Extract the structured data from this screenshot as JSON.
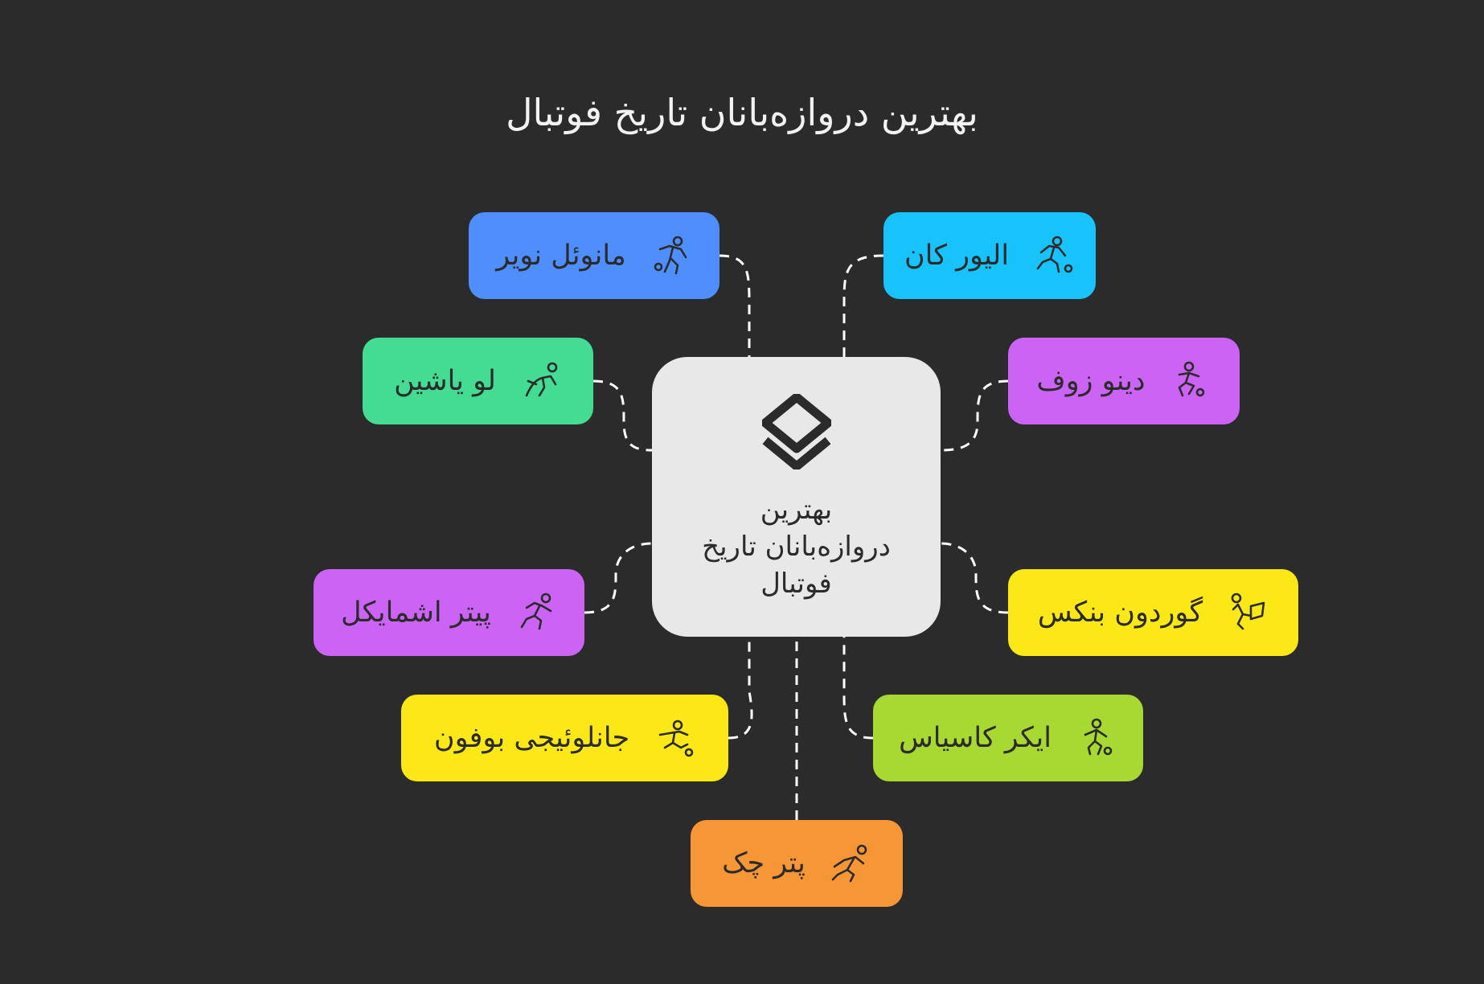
{
  "title": "بهترین دروازه‌بانان تاریخ فوتبال",
  "hub": {
    "lines": [
      "بهترین",
      "دروازه‌بانان تاریخ",
      "فوتبال"
    ],
    "color": "#e8e8e8",
    "icon": "layers-logo-icon"
  },
  "connector_color": "#ffffff",
  "nodes": [
    {
      "label": "مانوئل نویر",
      "color": "#4f8ffd",
      "icon": "player-icon"
    },
    {
      "label": "الیور کان",
      "color": "#18c3fb",
      "icon": "running-ball-icon"
    },
    {
      "label": "لو یاشین",
      "color": "#43dc92",
      "icon": "diving-keeper-icon"
    },
    {
      "label": "دینو زوف",
      "color": "#cb63f5",
      "icon": "goalkeeper-icon"
    },
    {
      "label": "پیتر اشمایکل",
      "color": "#cb63f5",
      "icon": "runner-icon"
    },
    {
      "label": "گوردون بنکس",
      "color": "#fde817",
      "icon": "flag-runner-icon"
    },
    {
      "label": "جانلوئیجی بوفون",
      "color": "#fde817",
      "icon": "leaping-player-icon"
    },
    {
      "label": "ایکر کاسیاس",
      "color": "#a8d832",
      "icon": "standing-player-icon"
    },
    {
      "label": "پتر چک",
      "color": "#f79637",
      "icon": "sprinter-icon"
    }
  ]
}
